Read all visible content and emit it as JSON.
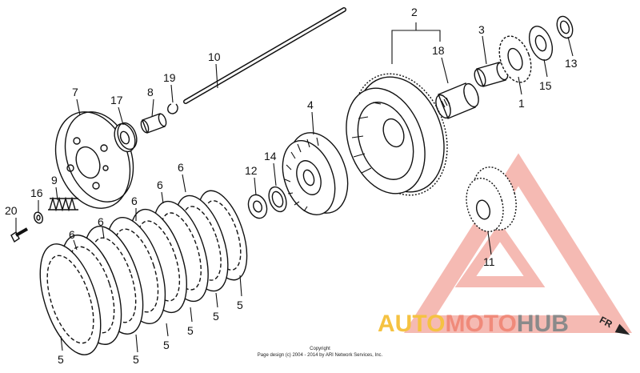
{
  "callouts": {
    "c1": "1",
    "c2": "2",
    "c3": "3",
    "c4": "4",
    "c5": "5",
    "c6": "6",
    "c7": "7",
    "c8": "8",
    "c9": "9",
    "c10": "10",
    "c11": "11",
    "c12": "12",
    "c13": "13",
    "c14": "14",
    "c15": "15",
    "c16": "16",
    "c17": "17",
    "c18": "18",
    "c19": "19",
    "c20": "20"
  },
  "footer": {
    "line1": "Copyright",
    "line2": "Page design (c) 2004 - 2014 by ARI Network Services, Inc."
  },
  "watermark": {
    "part1": "AUTO",
    "part2": "MOTO",
    "part3": "HUB",
    "color1": "#f5c242",
    "color2": "#f08a7a",
    "color3": "#8a8a8a",
    "triangle_color": "#f2a9a0"
  },
  "direction": {
    "label": "FR"
  }
}
